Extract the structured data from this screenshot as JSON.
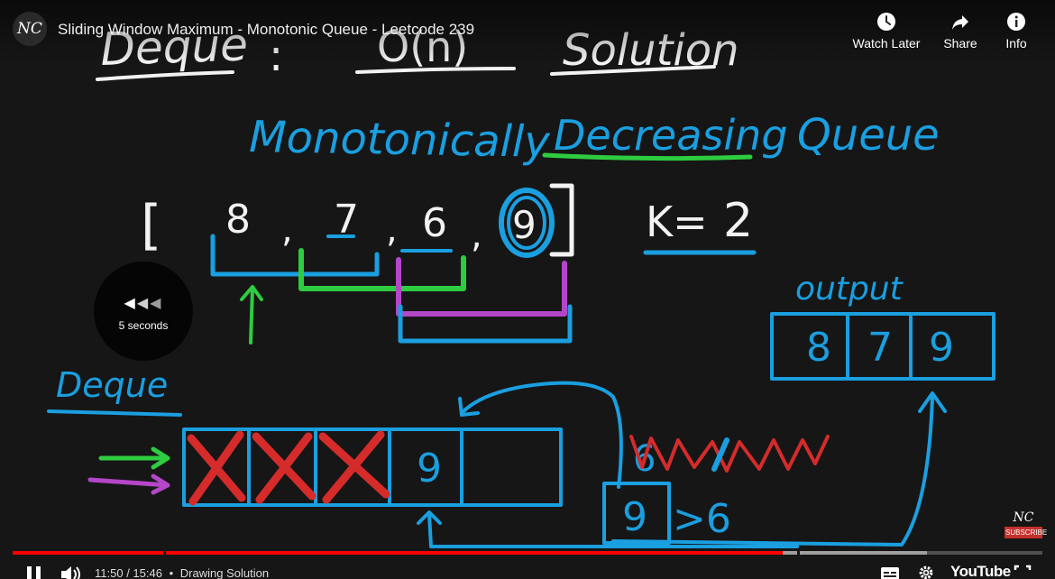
{
  "header": {
    "avatar_text": "NC",
    "title": "Sliding Window Maximum - Monotonic Queue - Leetcode 239",
    "actions": [
      {
        "label": "Watch Later",
        "icon": "clock-icon"
      },
      {
        "label": "Share",
        "icon": "share-arrow-icon"
      },
      {
        "label": "Info",
        "icon": "info-icon"
      }
    ]
  },
  "board": {
    "heading_left": "Deque",
    "heading_colon": ":",
    "heading_complexity": "O(n)",
    "heading_right": "Solution",
    "subheading_part1": "Monotonically",
    "subheading_part2": "Decreasing",
    "subheading_part3": "Queue",
    "array_open": "[",
    "array_values": [
      "8",
      "7",
      "6",
      "9"
    ],
    "array_commas": [
      ",",
      ",",
      ","
    ],
    "k_label": "K=",
    "k_value": "2",
    "output_label": "output",
    "output_values": [
      "8",
      "7",
      "9"
    ],
    "deque_label": "Deque",
    "deque_values": [
      "",
      "",
      "",
      "9"
    ],
    "incoming_value": "6",
    "compare_text_left": "9",
    "compare_text_op": ">6",
    "colors": {
      "blue": "#1a9fe0",
      "green": "#2ecc40",
      "purple": "#b446c8",
      "red": "#d52b2b",
      "white": "#f2f2f2"
    }
  },
  "overlay": {
    "seek_label": "5 seconds",
    "seek_icon": "rewind-triple-arrow-icon"
  },
  "brand": {
    "mark": "NC",
    "subscribe": "SUBSCRIBE"
  },
  "player": {
    "progress_played": 0.7477,
    "progress_loaded": 0.8878,
    "current_time": "11:50",
    "duration": "15:46",
    "chapter_separator": "•",
    "chapter": "Drawing Solution",
    "youtube_label": "YouTube",
    "time_separator": " / "
  }
}
